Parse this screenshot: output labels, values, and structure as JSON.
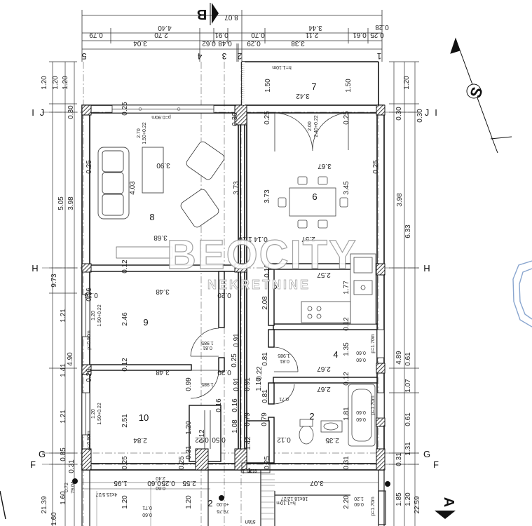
{
  "dims_top_flipped": {
    "row1": [
      "8.07"
    ],
    "row2": [
      "4.40",
      "3.44"
    ],
    "row3": [
      "0.79",
      "2.70",
      "0.91",
      "0.70",
      "2.11",
      "0.61",
      "0.25"
    ],
    "row3b": [
      "0.28"
    ],
    "row4": [
      "3.04",
      "0.62",
      "0.48",
      "0.29",
      "3.38"
    ]
  },
  "axis_top": {
    "v5": "5",
    "v4": "4",
    "v3": "3",
    "v2": "2",
    "v1": "1"
  },
  "section_top": "B",
  "section_bottom": "A",
  "axis_side": {
    "J": "J",
    "I": "I",
    "H": "H",
    "G": "G",
    "F": "F"
  },
  "left_dims": [
    "1.20",
    "1.20",
    "1.20",
    "0.30",
    "5.05",
    "3.98",
    "9.73",
    "1.21",
    "4.90",
    "1.41",
    "1.21",
    "0.85",
    "0.31",
    "1.60",
    "1.60",
    "21.39"
  ],
  "right_dims": [
    "1.20",
    "0.30",
    "3.98",
    "6.33",
    "4.89",
    "0.61",
    "1.07",
    "0.61",
    "1.31",
    "0.31",
    "1.85",
    "1.20",
    "22.59"
  ],
  "rooms": {
    "r7": {
      "num": "7",
      "w": "3.42",
      "h1": "1.50",
      "h2": "1.50",
      "tag": "h=1.10m"
    },
    "r6": {
      "num": "6",
      "w": "3.67",
      "h1": "3.73",
      "h2": "3.45",
      "door": "2.00",
      "door2": "2.40+0.22"
    },
    "r8": {
      "num": "8",
      "w": "3.90",
      "h": "4.03",
      "win": "p=0.90m",
      "w2": "3.68",
      "vert1": "2.70",
      "vert2": "1.50+0.22"
    },
    "r5": {
      "num": "5",
      "w": "2.57",
      "h": "1.77",
      "h2": "2.08"
    },
    "r9": {
      "num": "9",
      "w": "3.48",
      "h": "2.46",
      "win": "1.20",
      "win2": "1.50+0.22",
      "win3": "p=0.90m"
    },
    "r10": {
      "num": "10",
      "w": "3.48",
      "w2": "2.84",
      "h": "2.51",
      "win": "1.20",
      "win2": "1.50+0.22",
      "win3": "p=0.90m"
    },
    "r4": {
      "num": "4",
      "w": "2.67",
      "h": "1.35",
      "win": "0.60",
      "win2": "0.60",
      "pt": "p=1.70m"
    },
    "r2": {
      "num": "2",
      "w": "2.67",
      "w2": "2.35",
      "h": "1.81",
      "win": "0.60",
      "win2": "0.60",
      "pt": "p=1.70m"
    },
    "r1": {
      "num": "1",
      "h": "1.42",
      "lab": "stan 1"
    }
  },
  "inner": [
    "0.12",
    "0.12",
    "0.12",
    "0.12",
    "0.25",
    "0.26",
    "0.26",
    "0.25",
    "0.25",
    "0.25",
    "0.25",
    "0.30",
    "0.30",
    "0.14",
    "1.10",
    "2.57",
    "0.12",
    "0.20",
    "0.26",
    "0.25",
    "0.99",
    "0.16",
    "0.16",
    "0.91",
    "0.91",
    "0.91",
    "0.81",
    "0.81",
    "0.22",
    "0.20",
    "0.79",
    "0.79",
    "0.12",
    "1.10",
    "0.50",
    "0.22",
    "0.12",
    "1.08",
    "1.20",
    "0.31",
    "0.25",
    "0.25",
    "0.25",
    "0.31",
    "1.985",
    "1.985",
    "1.985",
    "0.81",
    "0.71",
    "0.81"
  ],
  "bottom": {
    "d1": "1.95",
    "d2": "0.60",
    "d3": "0.25",
    "d4": "2.55",
    "d5": "3.07",
    "d6": "2.40",
    "d7": "0.60",
    "stair1": "4x15.5/27",
    "stair2": "16x18.12/27",
    "lvl1": "+0.00",
    "lvl2": "79.76",
    "lvl3": "0.72",
    "lvl4": "79.04",
    "d8": "2.20",
    "d9": "1.20",
    "d10": "0.60",
    "tag": "h=1.10m",
    "pt": "p=1.70m",
    "n2": "2",
    "stan": "stan"
  },
  "watermark": {
    "line1": "BEOCITY",
    "line2": "NEKRETNINE"
  },
  "north": "S",
  "colors": {
    "line": "#2a2a2a",
    "wall": "#1a1a1a",
    "thin": "#6a6a6a",
    "stamp": "#8aa6cf"
  }
}
